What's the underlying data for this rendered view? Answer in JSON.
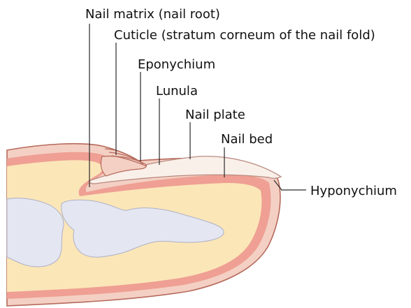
{
  "labels": {
    "nail_matrix": "Nail matrix (nail root)",
    "cuticle": "Cuticle (stratum corneum of the nail fold)",
    "eponychium": "Eponychium",
    "lunula": "Lunula",
    "nail_plate": "Nail plate",
    "nail_bed": "Nail bed",
    "hyponychium": "Hyponychium"
  },
  "colors": {
    "outer_skin": "#f4d0c4",
    "outline": "#b66a5c",
    "dermis": "#ef9f93",
    "subcutis": "#fbe6b8",
    "bone": "#e4e6f1",
    "bone_outline": "#adb1c8",
    "nail": "#faf0ea",
    "nail_outline": "#b98b80",
    "leader_lines": "#2a2a2a"
  }
}
